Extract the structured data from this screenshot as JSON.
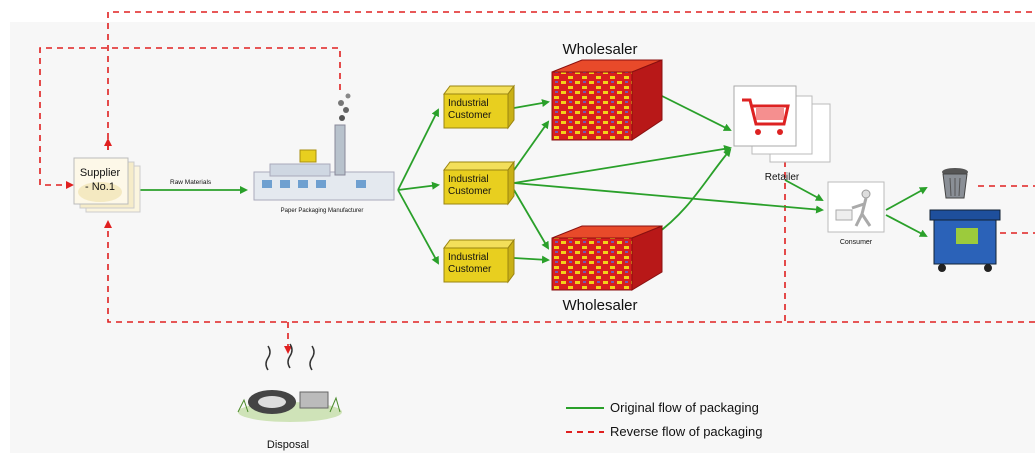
{
  "colors": {
    "original_flow": "#2aa02a",
    "reverse_flow": "#e02020",
    "customer_box": "#e8cf1f",
    "wholesaler_red": "#d81e1e",
    "bin_blue": "#2b62b8",
    "panel_bg": "#f7f7f7"
  },
  "nodes": {
    "supplier": {
      "line1": "Supplier",
      "line2": "- No.1"
    },
    "raw_materials": "Raw Materials",
    "manufacturer": "Paper Packaging Manufacturer",
    "customer_1": {
      "line1": "Industrial",
      "line2": "Customer"
    },
    "customer_2": {
      "line1": "Industrial",
      "line2": "Customer"
    },
    "customer_3": {
      "line1": "Industrial",
      "line2": "Customer"
    },
    "wholesaler_top": "Wholesaler",
    "wholesaler_bottom": "Wholesaler",
    "retailer": "Retailer",
    "consumer": "Consumer",
    "disposal": "Disposal"
  },
  "legend": {
    "original": "Original flow of packaging",
    "reverse": "Reverse flow of packaging"
  },
  "icons": {
    "supplier": "document-stack-icon",
    "manufacturer": "factory-icon",
    "customer": "shipping-box-icon",
    "wholesaler": "pallet-stack-icon",
    "retailer": "shopping-cart-icon",
    "consumer": "person-with-cart-icon",
    "trash": "trash-can-icon",
    "recycle": "recycling-bin-icon",
    "disposal": "landfill-icon"
  }
}
